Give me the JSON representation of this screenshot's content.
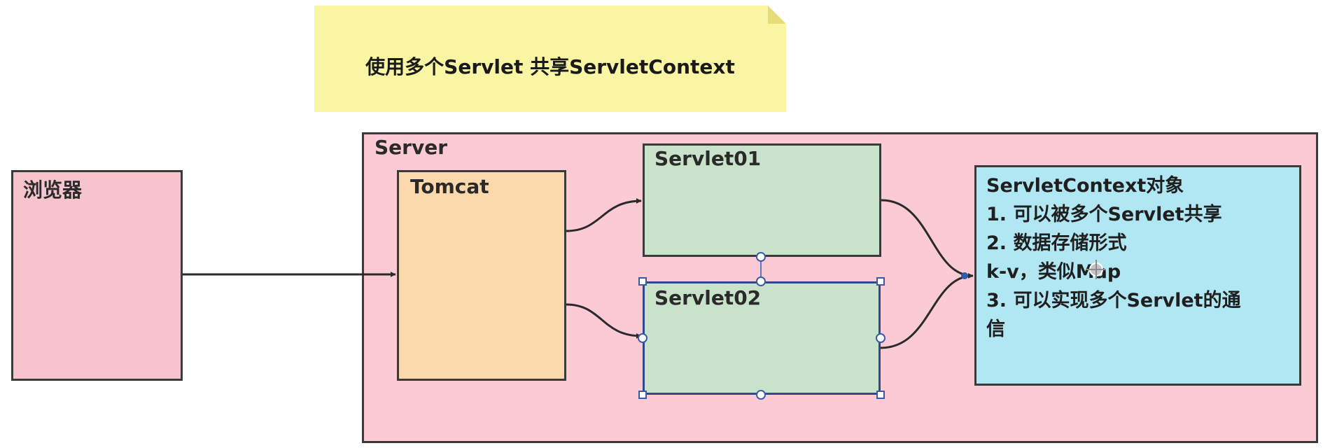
{
  "note": {
    "text": "使用多个Servlet 共享ServletContext"
  },
  "server": {
    "label": "Server"
  },
  "browser": {
    "label": "浏览器"
  },
  "tomcat": {
    "label": "Tomcat"
  },
  "servlet01": {
    "label": "Servlet01"
  },
  "servlet02": {
    "label": "Servlet02"
  },
  "context": {
    "lines": [
      "ServletContext对象",
      "1. 可以被多个Servlet共享",
      "2. 数据存储形式",
      "k-v，类似Map",
      "3. 可以实现多个Servlet的通",
      "信"
    ]
  }
}
